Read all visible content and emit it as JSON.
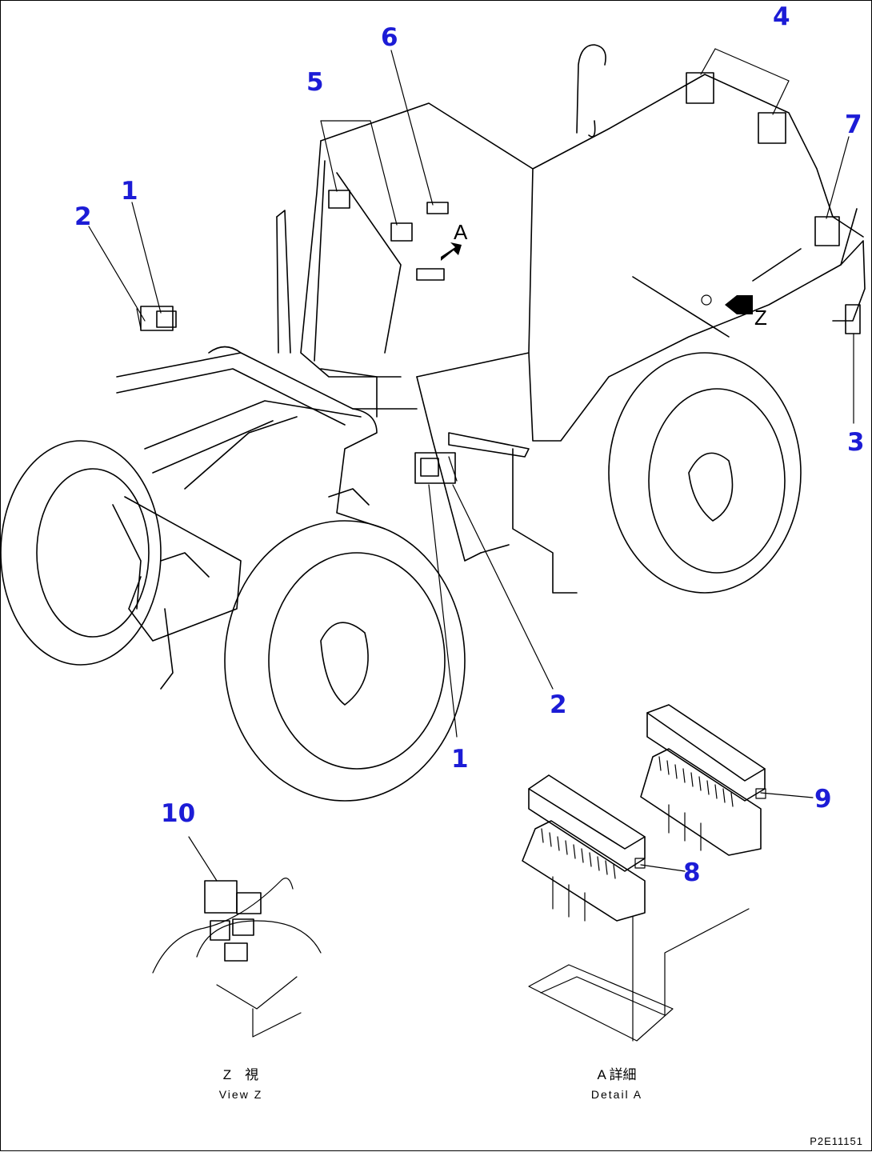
{
  "callouts": {
    "c1a": "1",
    "c2a": "2",
    "c1b": "1",
    "c2b": "2",
    "c3": "3",
    "c4": "4",
    "c5": "5",
    "c6": "6",
    "c7": "7",
    "c8": "8",
    "c9": "9",
    "c10": "10"
  },
  "view_refs": {
    "a": "A",
    "z": "Z"
  },
  "captions": {
    "view_z_jp": "Z　視",
    "view_z_en": "View Z",
    "detail_a_jp": "A 詳細",
    "detail_a_en": "Detail A"
  },
  "drawing_code": "P2E11151",
  "colors": {
    "callout": "#1c1cd6",
    "line": "#000000",
    "background": "#ffffff"
  }
}
